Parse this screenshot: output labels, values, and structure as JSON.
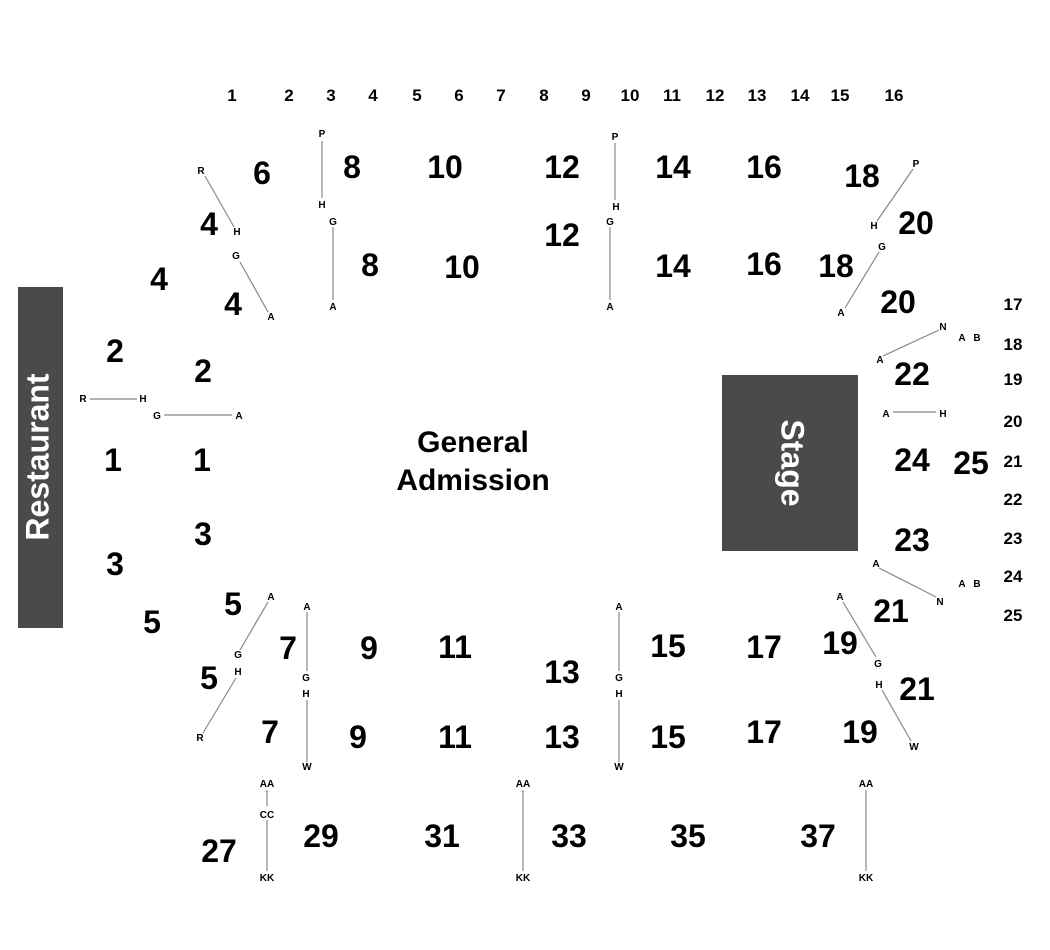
{
  "colors": {
    "block": "#4a4a4a",
    "text": "#000000",
    "block_text": "#ffffff",
    "line": "#888888"
  },
  "restaurant": {
    "label": "Restaurant"
  },
  "stage": {
    "label": "Stage"
  },
  "general_admission": {
    "line1": "General",
    "line2": "Admission"
  },
  "top_numbers": [
    "1",
    "2",
    "3",
    "4",
    "5",
    "6",
    "7",
    "8",
    "9",
    "10",
    "11",
    "12",
    "13",
    "14",
    "15",
    "16"
  ],
  "right_numbers": [
    "17",
    "18",
    "19",
    "20",
    "21",
    "22",
    "23",
    "24",
    "25"
  ],
  "sections": {
    "top_upper": [
      "6",
      "8",
      "10",
      "12",
      "14",
      "16",
      "18",
      "20"
    ],
    "top_lower": [
      "8",
      "10",
      "12",
      "14",
      "16",
      "18",
      "20"
    ],
    "left_outer": [
      "4",
      "2",
      "1",
      "3",
      "5"
    ],
    "left_inner": [
      "4",
      "4",
      "2",
      "1",
      "3",
      "5",
      "5"
    ],
    "right_inner": [
      "22",
      "24",
      "25",
      "23"
    ],
    "bottom_upper": [
      "7",
      "9",
      "11",
      "13",
      "15",
      "17",
      "19",
      "21"
    ],
    "bottom_lower": [
      "7",
      "9",
      "11",
      "13",
      "15",
      "17",
      "19",
      "21"
    ],
    "floor_back": [
      "27",
      "29",
      "31",
      "33",
      "35",
      "37"
    ]
  },
  "row_letters": {
    "A": "A",
    "B": "B",
    "G": "G",
    "H": "H",
    "N": "N",
    "P": "P",
    "R": "R",
    "W": "W",
    "AA": "AA",
    "CC": "CC",
    "KK": "KK"
  }
}
